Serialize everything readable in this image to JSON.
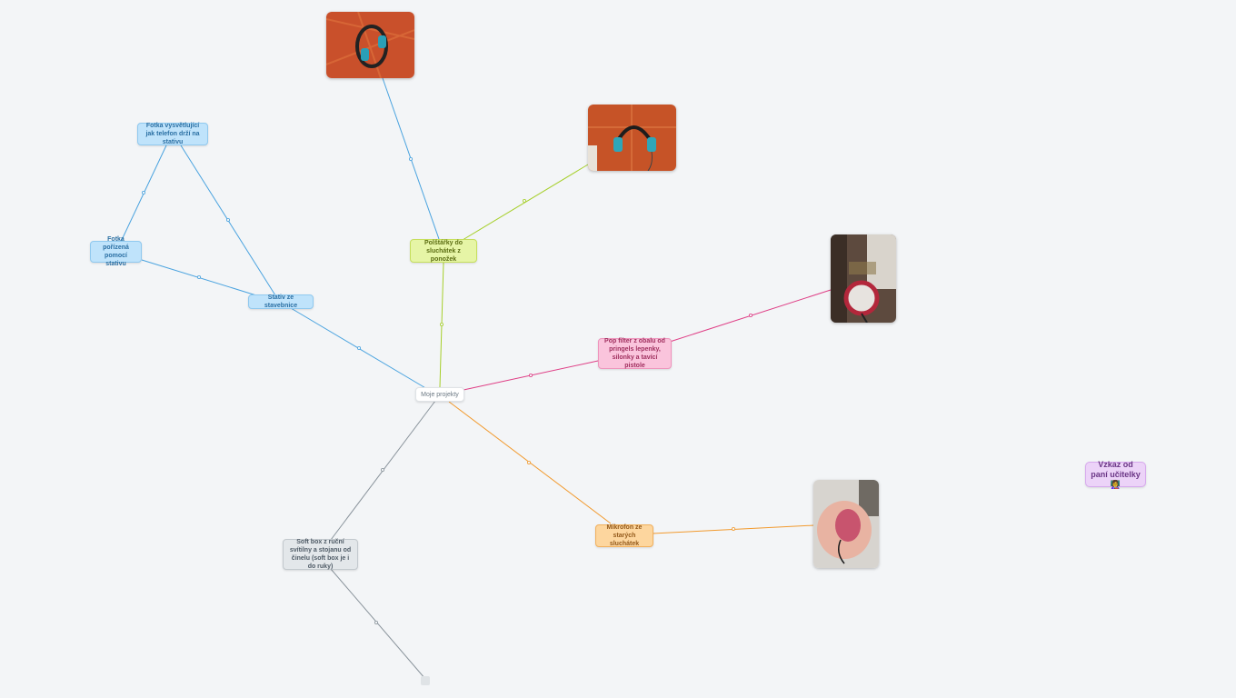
{
  "map": {
    "root": "Moje projekty",
    "nodes": {
      "stativ": "Stativ ze stavebnice",
      "fotka_vysvetlujici": "Fotka vysvětlující jak telefon drží na stativu",
      "fotka_porizena": "Fotka pořízená pomocí stativu",
      "polstarky": "Polštářky do sluchátek z ponožek",
      "pop_filter": "Pop filter z obalu od pringels lepenky, silonky a tavící pistole",
      "mikrofon": "Mikrofon ze starých sluchátek",
      "soft_box": "Soft box z ruční svítilny a stojanu od činelu (soft box je i do ruky)"
    },
    "note": "Vzkaz od paní učitelky 👩‍🏫"
  },
  "colors": {
    "blue": "#4aa3df",
    "lime": "#a6cf2a",
    "pink": "#df3f86",
    "orange": "#f29a2e",
    "grey": "#8a949c"
  },
  "images": [
    "headphones-photo-1",
    "headphones-photo-2",
    "pop-filter-photo",
    "microphone-photo"
  ]
}
